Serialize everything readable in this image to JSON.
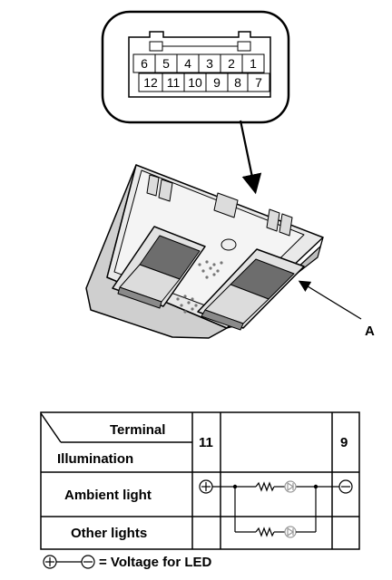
{
  "connector": {
    "top_row_pins": [
      "6",
      "5",
      "4",
      "3",
      "2",
      "1"
    ],
    "bottom_row_pins": [
      "12",
      "11",
      "10",
      "9",
      "8",
      "7"
    ]
  },
  "part_label": "A",
  "table": {
    "header_terminal": "Terminal",
    "header_illumination": "Illumination",
    "terminal_left": "11",
    "terminal_right": "9",
    "rows": [
      "Ambient light",
      "Other lights"
    ]
  },
  "legend": {
    "text": "= Voltage for LED"
  },
  "icons": [
    "plus-circle-icon",
    "minus-circle-icon",
    "resistor-icon",
    "led-icon"
  ]
}
